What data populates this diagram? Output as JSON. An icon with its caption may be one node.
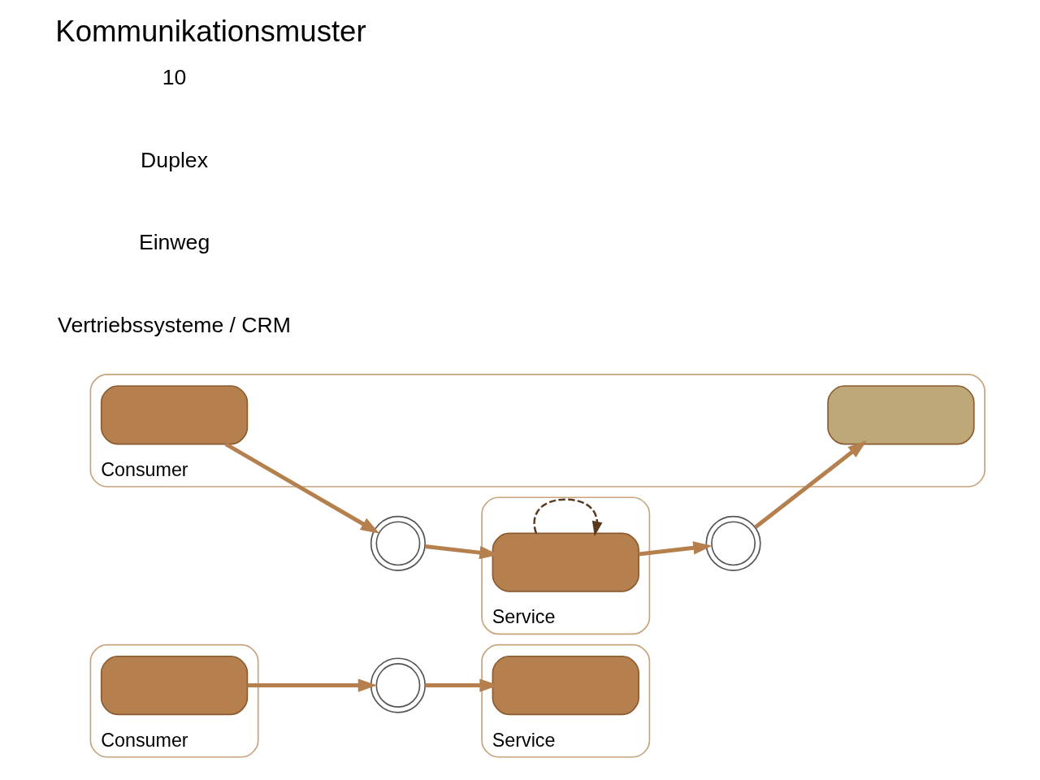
{
  "diagram": {
    "title": "Kommunikationsmuster",
    "nodes": [
      {
        "text": [
          "Consumer"
        ]
      },
      {
        "text": [],
        "shape": "box",
        "in": 0
      },
      {
        "text": [],
        "shape": "circle"
      },
      {
        "text": [
          "Service"
        ]
      },
      {
        "text": [],
        "shape": "box",
        "in": 3
      },
      {
        "text": [
          "Consumer"
        ]
      },
      {
        "text": [],
        "shape": "box",
        "in": 5
      },
      {
        "text": [],
        "shape": "box",
        "in": 5
      },
      {
        "text": [],
        "shape": "circle"
      },
      {
        "text": [],
        "shape": "circle"
      },
      {
        "text": [
          "Service"
        ]
      },
      {
        "text": [],
        "shape": "box",
        "in": 10
      }
    ],
    "edges": [
      {
        "from": 1,
        "to": 2,
        "arrow": "to"
      },
      {
        "from": 2,
        "to": 4,
        "arrow": "to"
      },
      {
        "from": 6,
        "to": 8,
        "arrow": "to"
      },
      {
        "from": 8,
        "to": 11,
        "arrow": "to"
      },
      {
        "from": 11,
        "to": 9,
        "arrow": "to"
      },
      {
        "from": 9,
        "to": 7,
        "arrow": "to"
      },
      {
        "from": 11,
        "to": 11,
        "arrow": "to",
        "style": "dashed",
        "color": "#5a3a1e"
      }
    ],
    "labels": [
      "Vertriebssysteme / CRM",
      "Einweg",
      "Duplex",
      "10"
    ]
  }
}
